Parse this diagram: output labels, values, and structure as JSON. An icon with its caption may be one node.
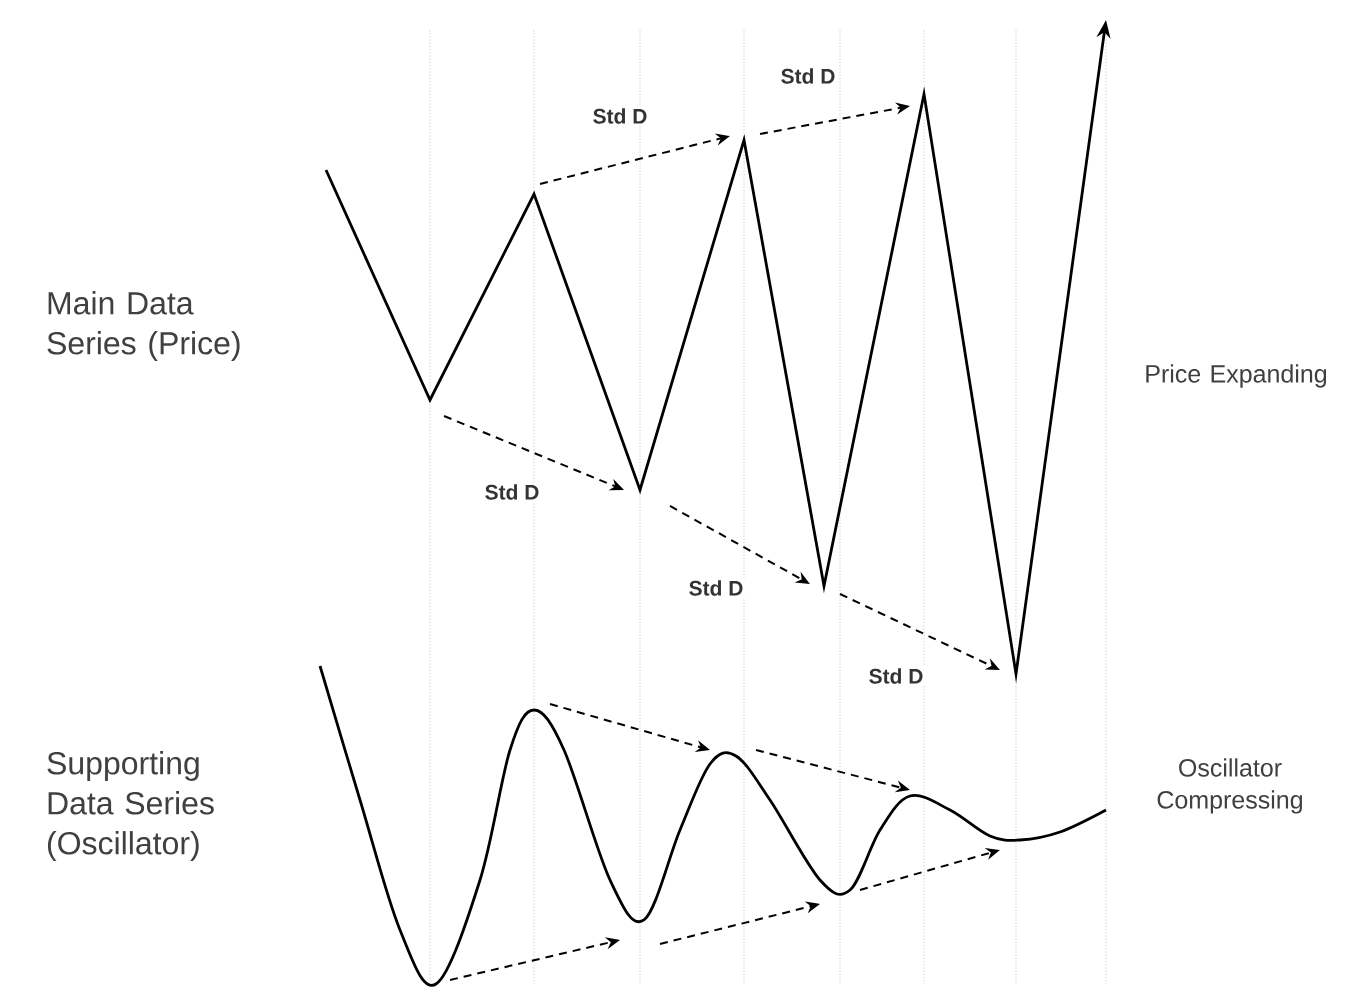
{
  "diagram": {
    "labels": [
      "Main Data Series (Price)",
      "Std D",
      "Std D",
      "Std D",
      "Std D",
      "Std D",
      "Price Expanding",
      "Supporting Data Series (Oscillator)",
      "Oscillator Compressing"
    ]
  }
}
